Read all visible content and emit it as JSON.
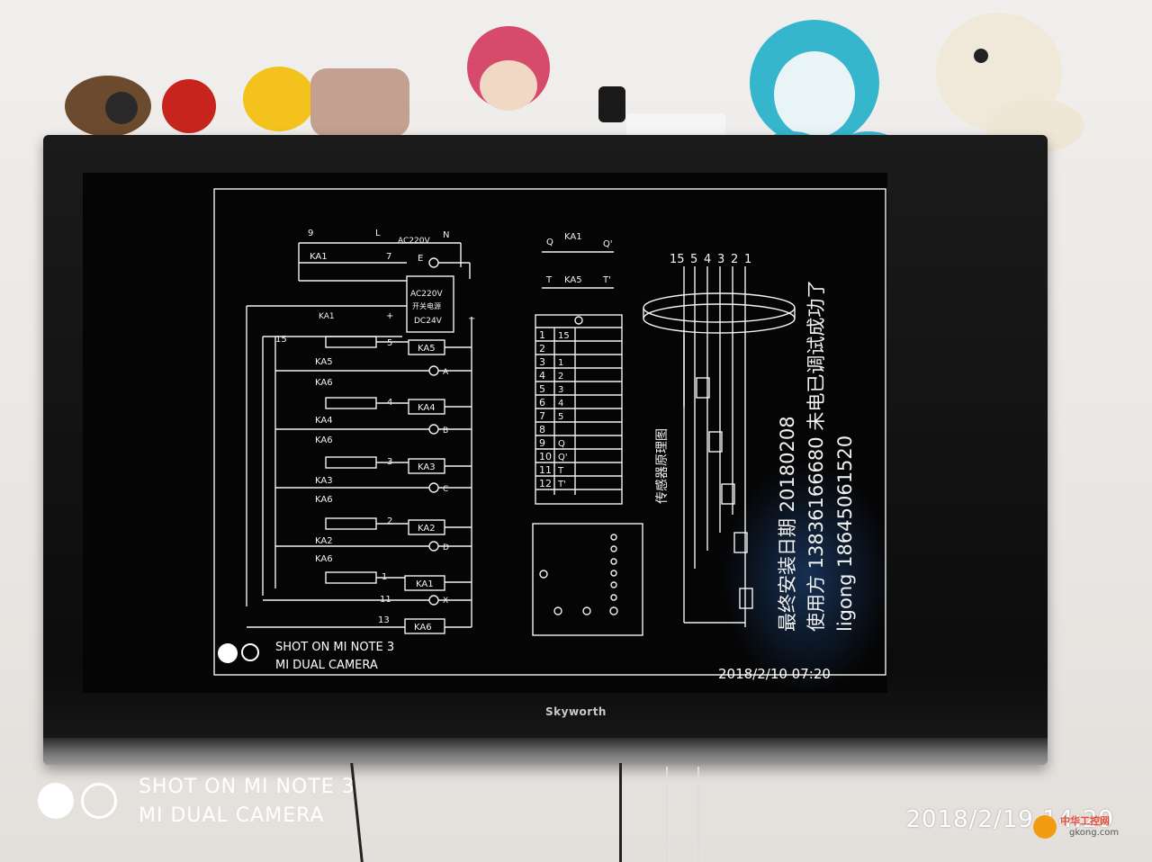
{
  "tv": {
    "brand": "Skyworth"
  },
  "screen": {
    "wm_line1": "SHOT ON MI NOTE 3",
    "wm_line2": "MI DUAL CAMERA",
    "timestamp": "2018/2/10  07:20"
  },
  "photo": {
    "wm_line1": "SHOT ON MI NOTE 3",
    "wm_line2": "MI DUAL CAMERA",
    "timestamp": "2018/2/19  14:29",
    "site_logo_text": "中华工控网",
    "site_url": "gkong.com"
  },
  "diagram": {
    "top_labels": [
      "9",
      "L",
      "AC220V",
      "N",
      "KA1",
      "7",
      "E"
    ],
    "psu": [
      "AC220V",
      "开关电源",
      "DC24V"
    ],
    "psu_terms": [
      "KA1",
      "+",
      "−"
    ],
    "row_nums": [
      "15",
      "5",
      "4",
      "3",
      "2",
      "1",
      "11",
      "13"
    ],
    "relays": [
      "KA5",
      "KA4",
      "KA3",
      "KA2",
      "KA1",
      "KA6"
    ],
    "contacts": [
      "KA5",
      "KA6",
      "KA4",
      "KA6",
      "KA3",
      "KA6",
      "KA2",
      "KA6"
    ],
    "lamps": [
      "A",
      "B",
      "C",
      "D",
      "X"
    ],
    "output_top": [
      "Q",
      "KA1",
      "Q'",
      "T",
      "KA5",
      "T'"
    ],
    "terminal_rows": [
      "1",
      "2",
      "3",
      "4",
      "5",
      "6",
      "7",
      "8",
      "9",
      "10",
      "11",
      "12"
    ],
    "terminal_mid": [
      "15",
      "",
      "1",
      "2",
      "3",
      "4",
      "5",
      "",
      "Q",
      "Q'",
      "T",
      "T'"
    ],
    "wire_nums": [
      "15",
      "5",
      "4",
      "3",
      "2",
      "1"
    ],
    "vertical_caption": "传感器原理图",
    "text_block": [
      "最终安装日期   20180208",
      "使用方   13836166680 未电已调试成功了",
      "ligong   18645061520"
    ]
  }
}
